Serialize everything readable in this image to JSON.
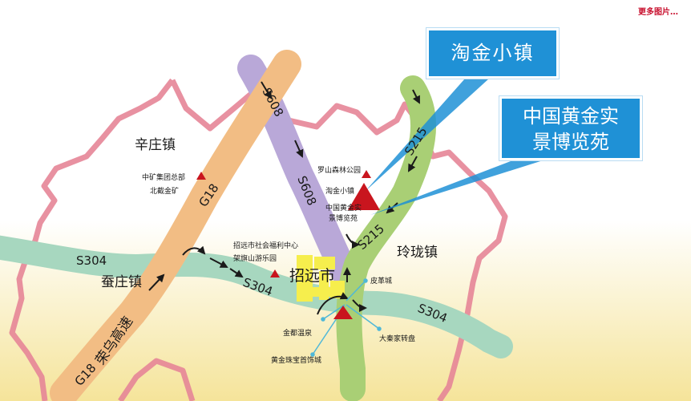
{
  "top_link": "更多图片…",
  "callouts": {
    "taojin_town": "淘金小镇",
    "gold_museum_line1": "中国黄金实",
    "gold_museum_line2": "景博览苑"
  },
  "towns": {
    "xinzhuang": "辛庄镇",
    "linglong": "玲珑镇",
    "canzhuang": "蚕庄镇",
    "zhaoyuan": "招远市"
  },
  "roads": {
    "g18": "G18",
    "s608": "S608",
    "s215": "S215",
    "s304": "S304",
    "expressway": "荣乌高速"
  },
  "pois": {
    "zhongkuang": "中矿集团总部",
    "beijie": "北截金矿",
    "luoshan": "罗山森林公园",
    "taojin_small": "淘金小镇",
    "gold_small_1": "中国黄金实",
    "gold_small_2": "景博览苑",
    "welfare": "招远市社会福利中心",
    "jiaqi": "架旗山游乐园",
    "pige": "皮革城",
    "jindu": "金都温泉",
    "daqin": "大秦家转盘",
    "jewelry": "黄金珠宝首饰城"
  },
  "colors": {
    "background_top": "#ffffff",
    "background_bottom": "#f5e49a",
    "boundary": "#e58597",
    "g18": "#f2bd84",
    "s608": "#b9a8d8",
    "s215": "#a9cf75",
    "s304": "#a7d7bf",
    "urban": "#f6ee4d",
    "landmark": "#c9151e",
    "callout": "#1f91d6",
    "arrow": "#1a1a1a",
    "pointer": "#4fb8d8"
  }
}
